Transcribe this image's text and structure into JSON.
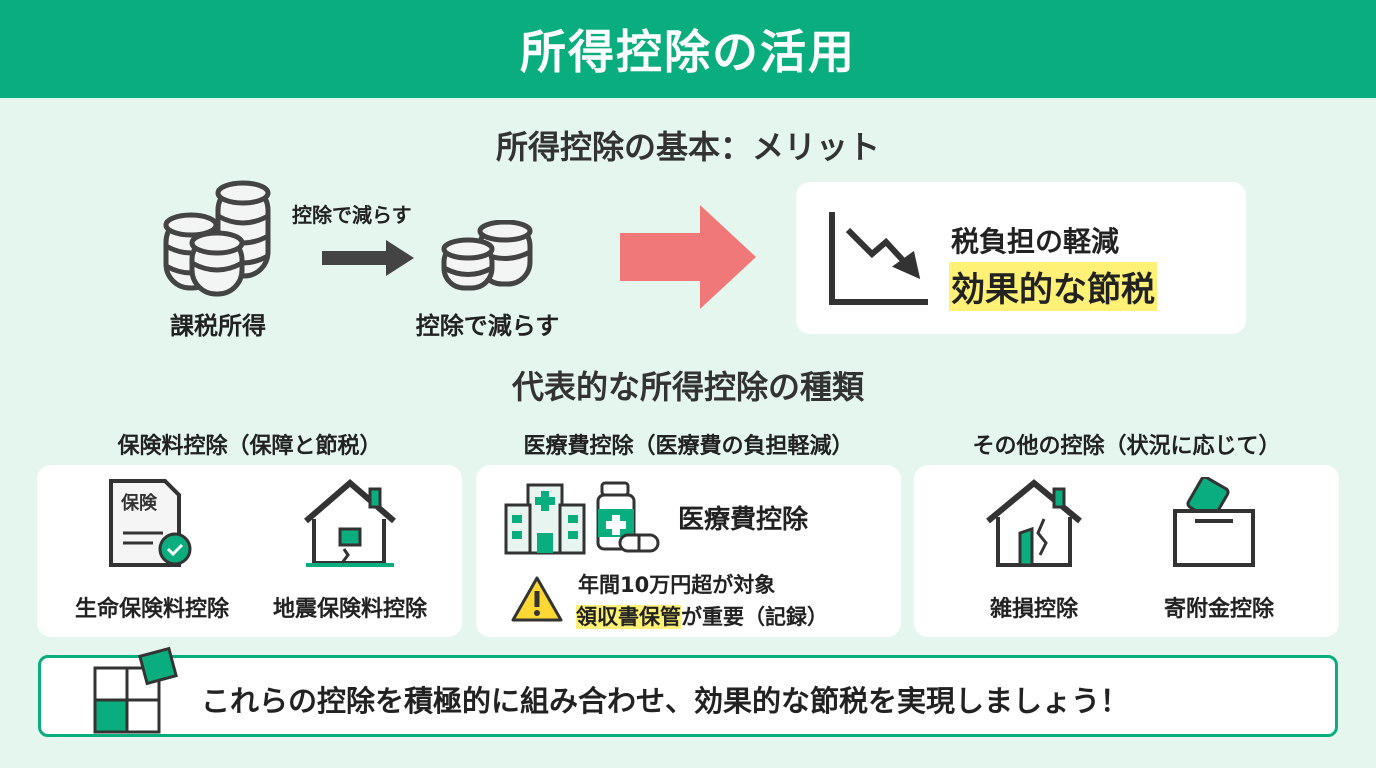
{
  "title": "所得控除の活用",
  "basics": {
    "heading": "所得控除の基本：メリット",
    "taxable_income_label": "課税所得",
    "arrow_label": "控除で減らす",
    "reduced_label": "控除で減らす",
    "result_line1": "税負担の軽減",
    "result_line2": "効果的な節税"
  },
  "types": {
    "heading": "代表的な所得控除の種類",
    "columns": [
      {
        "heading": "保険料控除（保障と節税）",
        "items": [
          "生命保険料控除",
          "地震保険料控除"
        ],
        "doc_label": "保険"
      },
      {
        "heading": "医療費控除（医療費の負担軽減）",
        "item": "医療費控除",
        "note1": "年間10万円超が対象",
        "note2_highlight": "領収書保管",
        "note2_rest": "が重要（記録）"
      },
      {
        "heading": "その他の控除（状況に応じて）",
        "items": [
          "雑損控除",
          "寄附金控除"
        ]
      }
    ]
  },
  "footer": "これらの控除を積極的に組み合わせ、効果的な節税を実現しましょう！",
  "colors": {
    "brand": "#0aad7e",
    "accent": "#f07878",
    "highlight": "#fff176",
    "bg": "#e5f6ef"
  }
}
